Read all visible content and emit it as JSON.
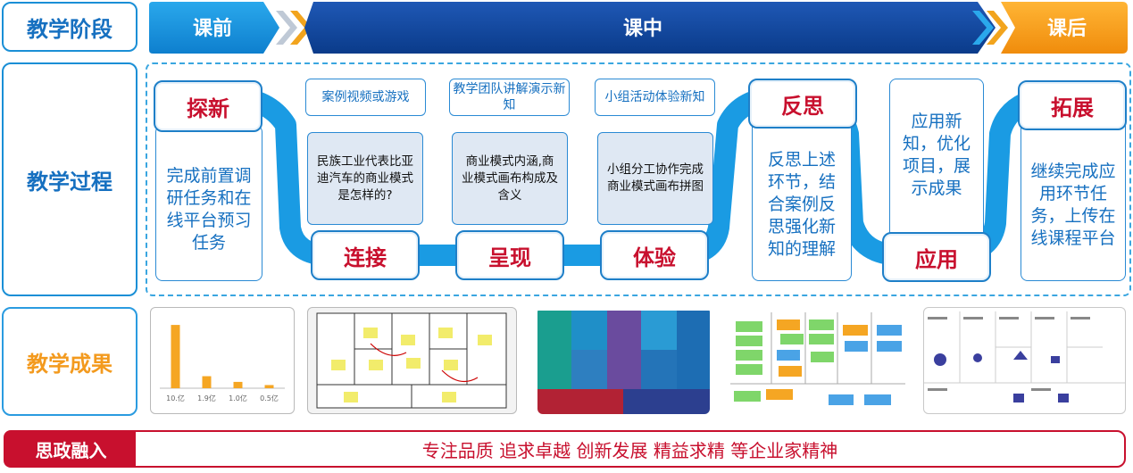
{
  "rows": {
    "stage": "教学阶段",
    "process": "教学过程",
    "results": "教学成果"
  },
  "stages": {
    "before": "课前",
    "during": "课中",
    "after": "课后"
  },
  "process": {
    "explore": {
      "label": "探新",
      "text": "完成前置调研任务和在线平台预习任务"
    },
    "connect": {
      "label": "连接",
      "top": "案例视频或游戏",
      "box": "民族工业代表比亚迪汽车的商业模式是怎样的?"
    },
    "present": {
      "label": "呈现",
      "top": "教学团队讲解演示新知",
      "box": "商业模式内涵,商业模式画布构成及含义"
    },
    "experience": {
      "label": "体验",
      "top": "小组活动体验新知",
      "box": "小组分工协作完成商业模式画布拼图"
    },
    "reflect": {
      "label": "反思",
      "text": "反思上述环节，结合案例反思强化新知的理解"
    },
    "apply": {
      "label": "应用",
      "text": "应用新知，优化项目，展示成果"
    },
    "extend": {
      "label": "拓展",
      "text": "继续完成应用环节任务，上传在线课程平台"
    }
  },
  "chart_data": {
    "type": "bar",
    "categories": [
      "10.亿",
      "1.9亿",
      "1.0亿",
      "0.5亿"
    ],
    "values": [
      10,
      1.9,
      1.0,
      0.5
    ],
    "ylim": [
      0,
      11
    ]
  },
  "ideology": {
    "label": "思政融入",
    "text": "专注品质 追求卓越 创新发展 精益求精 等企业家精神"
  },
  "colors": {
    "blue": "#1a8fd6",
    "dark_blue": "#0d3f8f",
    "orange": "#f5a21a",
    "red": "#c8102e"
  }
}
